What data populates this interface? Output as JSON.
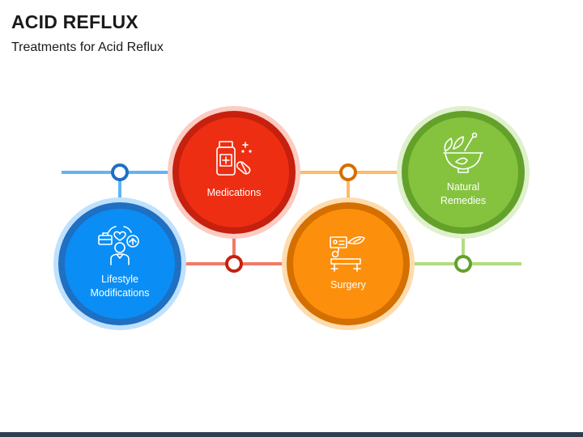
{
  "header": {
    "title": "ACID REFLUX",
    "subtitle": "Treatments for Acid Reflux"
  },
  "colors": {
    "blue": "#0a8ef5",
    "blue_dark": "#1f6fc2",
    "red": "#ee2e12",
    "red_dark": "#c6200e",
    "orange": "#fc8f0c",
    "orange_dark": "#d46f00",
    "green": "#85c33f",
    "green_dark": "#63a12a"
  },
  "steps": [
    {
      "id": "lifestyle",
      "label_lines": [
        "Lifestyle",
        "Modifications"
      ],
      "icon": "person-briefcase-heart-icon"
    },
    {
      "id": "medications",
      "label_lines": [
        "Medications"
      ],
      "icon": "pill-bottle-icon"
    },
    {
      "id": "surgery",
      "label_lines": [
        "Surgery"
      ],
      "icon": "surgery-table-icon"
    },
    {
      "id": "natural",
      "label_lines": [
        "Natural",
        "Remedies"
      ],
      "icon": "mortar-pestle-leaves-icon"
    }
  ]
}
